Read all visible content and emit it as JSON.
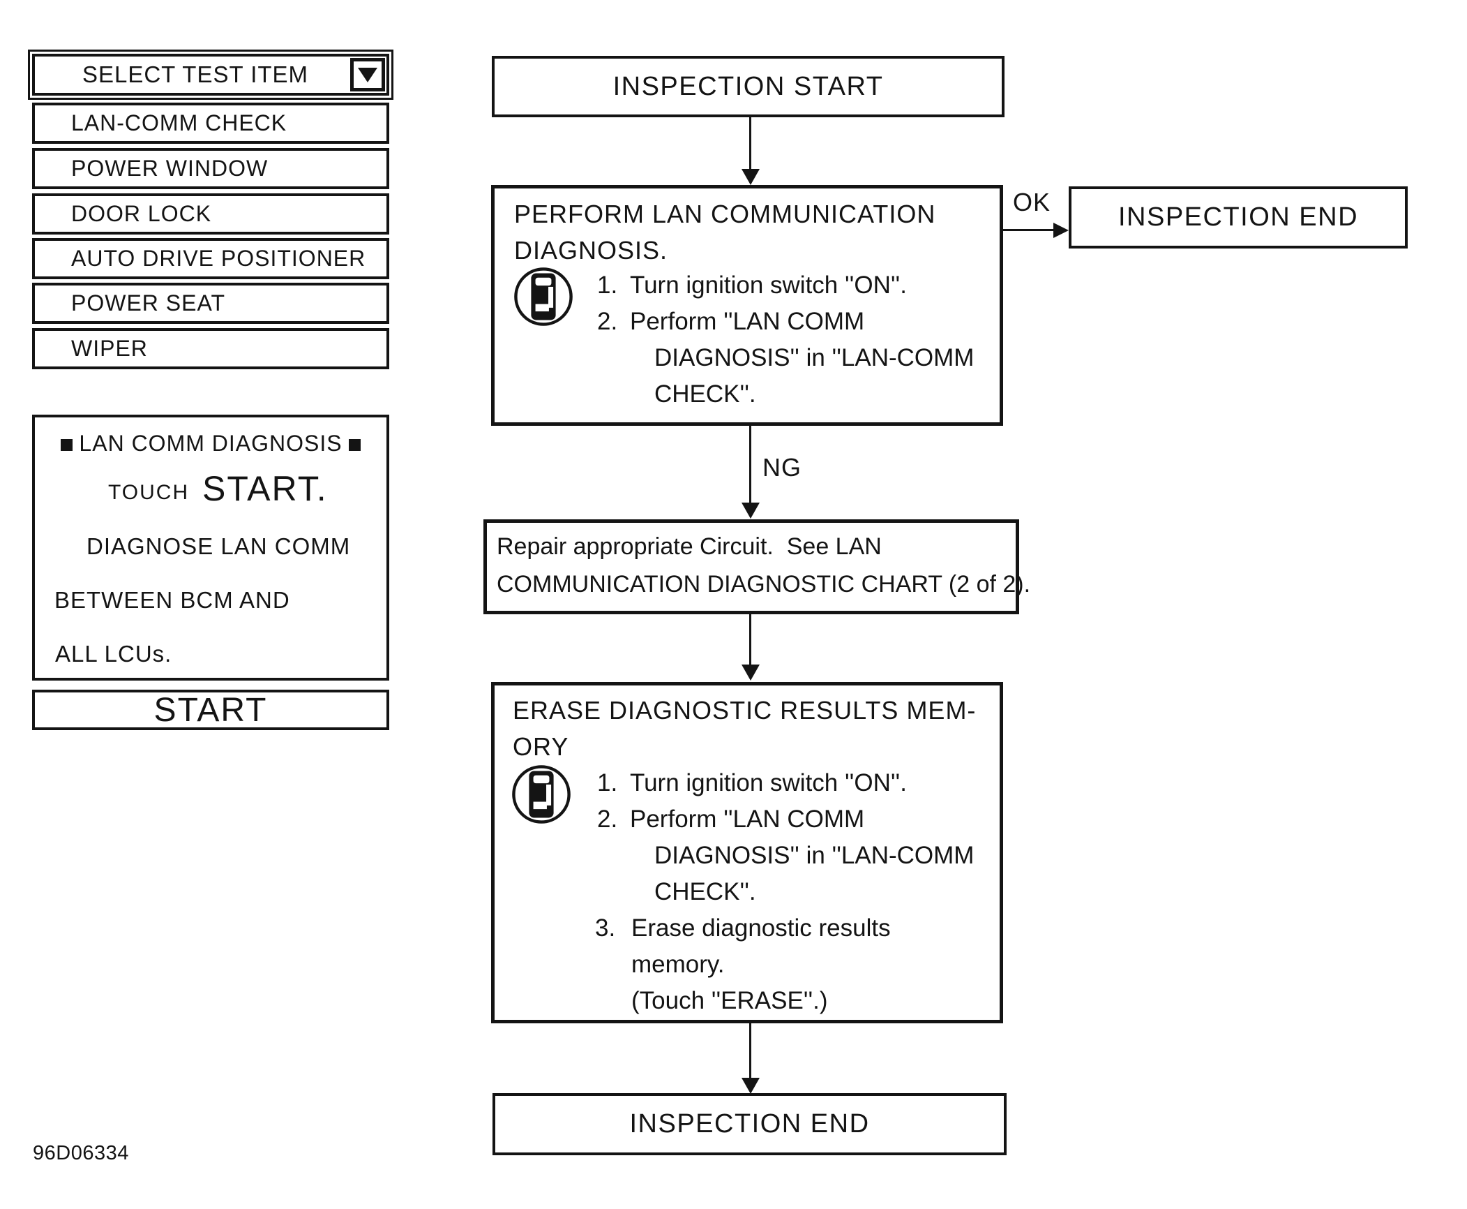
{
  "page": {
    "figure_code": "96D06334"
  },
  "touchscreen": {
    "select_title": "SELECT TEST ITEM",
    "items": [
      "LAN-COMM CHECK",
      "POWER WINDOW",
      "DOOR LOCK",
      "AUTO DRIVE POSITIONER",
      "POWER SEAT",
      "WIPER"
    ],
    "diagnosis_panel": {
      "title": "LAN COMM DIAGNOSIS",
      "touch_small": "TOUCH",
      "touch_big": "START.",
      "line2": "DIAGNOSE LAN COMM",
      "line3": "BETWEEN BCM AND",
      "line4": "ALL LCUs."
    },
    "start_button": "START"
  },
  "flowchart": {
    "inspection_start": "INSPECTION START",
    "ok_label": "OK",
    "ng_label": "NG",
    "inspection_end_top": "INSPECTION END",
    "perform": {
      "title_lines": [
        "PERFORM LAN COMMUNICATION",
        "DIAGNOSIS."
      ],
      "steps": [
        {
          "num": "1.",
          "lines": [
            "Turn ignition switch ''ON''."
          ]
        },
        {
          "num": "2.",
          "lines": [
            "Perform ''LAN COMM",
            "DIAGNOSIS'' in ''LAN-COMM",
            "CHECK''."
          ]
        }
      ]
    },
    "repair_lines": [
      "Repair appropriate Circuit.  See LAN",
      "COMMUNICATION DIAGNOSTIC CHART (2 of 2)."
    ],
    "erase": {
      "title_lines": [
        "ERASE DIAGNOSTIC RESULTS MEM-",
        "ORY"
      ],
      "steps": [
        {
          "num": "1.",
          "lines": [
            "Turn ignition switch ''ON''."
          ]
        },
        {
          "num": "2.",
          "lines": [
            "Perform ''LAN COMM",
            "DIAGNOSIS'' in ''LAN-COMM",
            "CHECK''."
          ]
        },
        {
          "num": "3.",
          "lines": [
            "Erase diagnostic results",
            "memory.",
            "(Touch ''ERASE''.)"
          ]
        }
      ]
    },
    "inspection_end_bottom": "INSPECTION END"
  }
}
